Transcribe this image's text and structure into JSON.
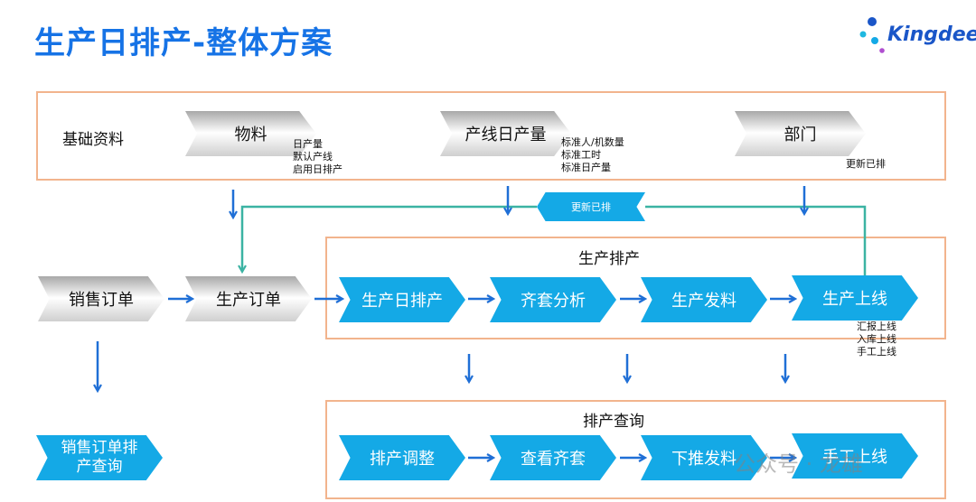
{
  "header": {
    "title": "生产日排产-整体方案",
    "logo_text": "Kingdee"
  },
  "top_section": {
    "label": "基础资料",
    "items": [
      {
        "label": "物料",
        "notes": [
          "日产量",
          "默认产线",
          "启用日排产"
        ]
      },
      {
        "label": "产线日产量",
        "notes": [
          "标准人/机数量",
          "标准工时",
          "标准日产量"
        ]
      },
      {
        "label": "部门",
        "notes": [
          "更新已排"
        ]
      }
    ]
  },
  "feedback_tag": "更新已排",
  "left_flow": {
    "sales_order": "销售订单",
    "production_order": "生产订单",
    "sales_query": "销售订单排产查询"
  },
  "scheduling": {
    "title": "生产排产",
    "steps": [
      "生产日排产",
      "齐套分析",
      "生产发料",
      "生产上线"
    ],
    "notes": [
      "汇报上线",
      "入库上线",
      "手工上线"
    ]
  },
  "query": {
    "title": "排产查询",
    "steps": [
      "排产调整",
      "查看齐套",
      "下推发料",
      "手工上线"
    ]
  },
  "watermark": "公众号 · 龙雄",
  "colors": {
    "title": "#1673e6",
    "chevron_blue": "#14a9e6",
    "arrow_blue": "#1f6fd6",
    "box_border": "#f2b48d",
    "feedback_line": "#3bb3a3"
  }
}
